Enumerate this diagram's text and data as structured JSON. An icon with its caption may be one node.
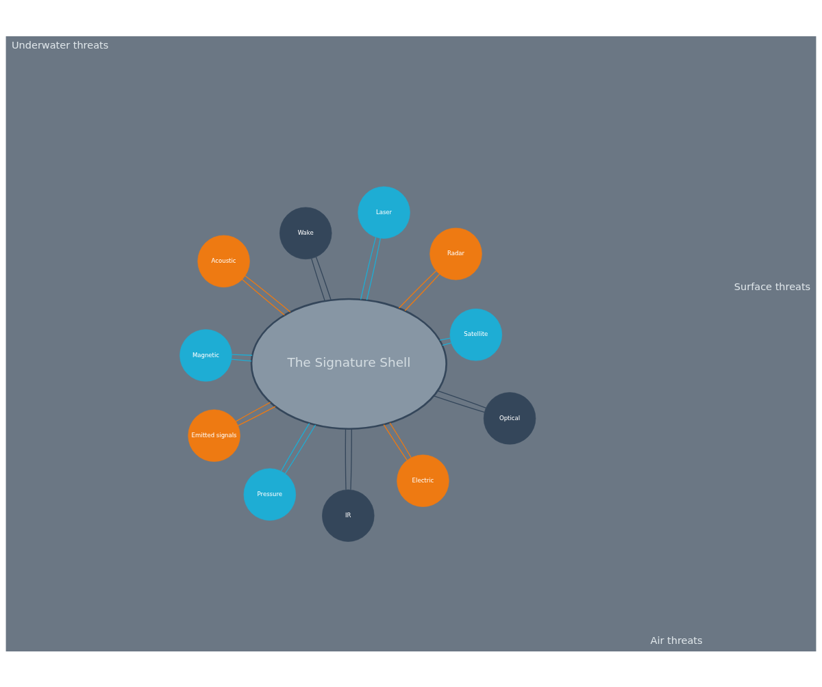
{
  "diagram": {
    "nodes": [
      {
        "text": [
          "Emitted signals"
        ]
      },
      {
        "text": [
          "Satellite"
        ]
      },
      {
        "text": [
          "IR"
        ]
      },
      {
        "text": [
          "Laser"
        ]
      },
      {
        "text": [
          "Radar"
        ]
      },
      {
        "text": [
          "Wake"
        ]
      },
      {
        "text": [
          "Optical"
        ]
      },
      {
        "text": [
          "The Signature Shell"
        ]
      },
      {
        "text": [
          "Pressure"
        ]
      },
      {
        "text": [
          "Electric"
        ]
      },
      {
        "text": [
          "Acoustic"
        ]
      },
      {
        "text": [
          "Magnetic"
        ]
      }
    ],
    "edges": [
      {
        "from": 0,
        "to": 7,
        "arrow": "none",
        "color": "#ee7a12"
      },
      {
        "from": 0,
        "to": 7,
        "arrow": "none",
        "color": "#ee7a12"
      },
      {
        "from": 1,
        "to": 7,
        "arrow": "none",
        "color": "#1eadd4"
      },
      {
        "from": 1,
        "to": 7,
        "arrow": "none",
        "color": "#1eadd4"
      },
      {
        "from": 2,
        "to": 7,
        "arrow": "none",
        "color": "#34465a"
      },
      {
        "from": 2,
        "to": 7,
        "arrow": "none",
        "color": "#34465a"
      },
      {
        "from": 3,
        "to": 7,
        "arrow": "none",
        "color": "#1eadd4"
      },
      {
        "from": 3,
        "to": 7,
        "arrow": "none",
        "color": "#1eadd4"
      },
      {
        "from": 4,
        "to": 7,
        "arrow": "none",
        "color": "#ee7a12"
      },
      {
        "from": 4,
        "to": 7,
        "arrow": "none",
        "color": "#ee7a12"
      },
      {
        "from": 5,
        "to": 7,
        "arrow": "none",
        "color": "#34465a"
      },
      {
        "from": 5,
        "to": 7,
        "arrow": "none",
        "color": "#34465a"
      },
      {
        "from": 6,
        "to": 7,
        "arrow": "none",
        "color": "#34465a"
      },
      {
        "from": 6,
        "to": 7,
        "arrow": "none",
        "color": "#34465a"
      },
      {
        "from": 8,
        "to": 7,
        "arrow": "none",
        "color": "#1eadd4"
      },
      {
        "from": 8,
        "to": 7,
        "arrow": "none",
        "color": "#1eadd4"
      },
      {
        "from": 9,
        "to": 7,
        "arrow": "none",
        "color": "#ee7a12"
      },
      {
        "from": 9,
        "to": 7,
        "arrow": "none",
        "color": "#ee7a12"
      },
      {
        "from": 10,
        "to": 7,
        "arrow": "none",
        "color": "#ee7a12"
      },
      {
        "from": 10,
        "to": 7,
        "arrow": "none",
        "color": "#ee7a12"
      },
      {
        "from": 11,
        "to": 7,
        "arrow": "none",
        "color": "#1eadd4"
      },
      {
        "from": 11,
        "to": 7,
        "arrow": "none",
        "color": "#1eadd4"
      }
    ],
    "labels": [
      "Air threats",
      "Surface threats",
      "Underwater threats"
    ]
  }
}
